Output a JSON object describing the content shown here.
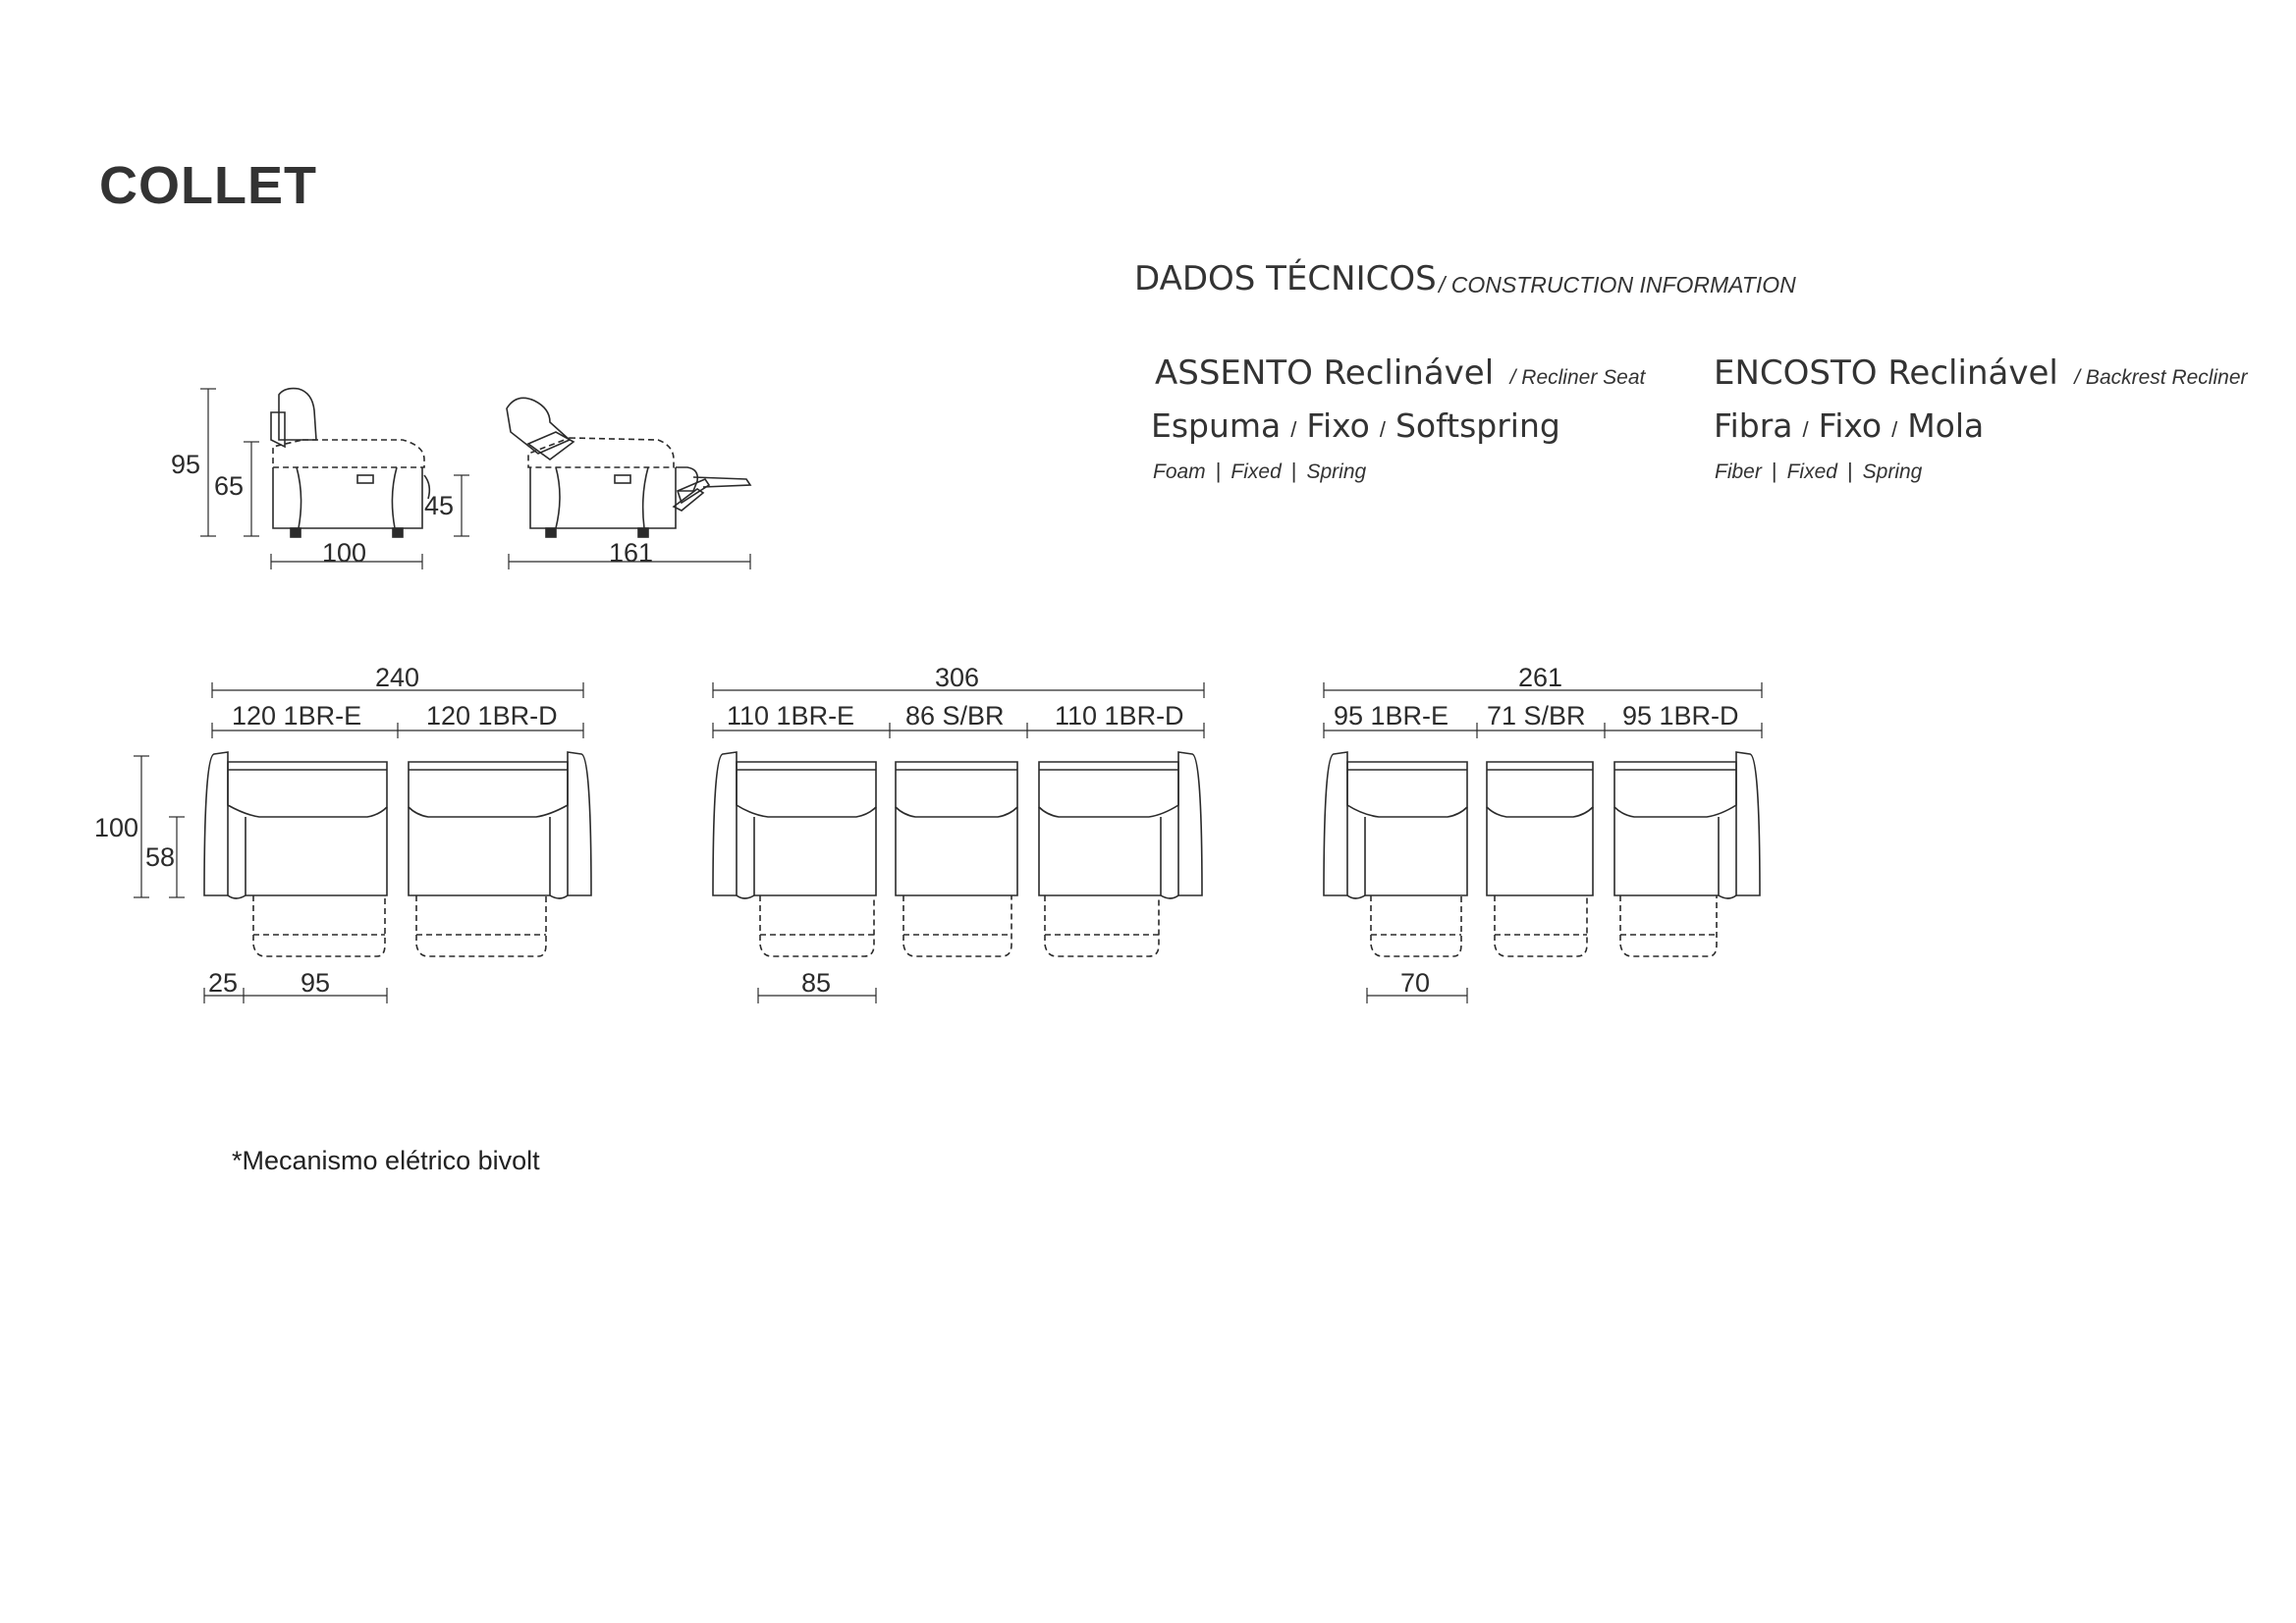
{
  "title": "COLLET",
  "technical": {
    "title": "DADOS TÉCNICOS",
    "subtitle": "/ CONSTRUCTION INFORMATION",
    "seat": {
      "label": "ASSENTO Reclinável",
      "label_en": "/ Recliner Seat",
      "options": [
        "Espuma",
        "Fixo",
        "Softspring"
      ],
      "options_en": [
        "Foam",
        "Fixed",
        "Spring"
      ]
    },
    "backrest": {
      "label": "ENCOSTO Reclinável",
      "label_en": "/ Backrest Recliner",
      "options": [
        "Fibra",
        "Fixo",
        "Mola"
      ],
      "options_en": [
        "Fiber",
        "Fixed",
        "Spring"
      ]
    }
  },
  "side_views": {
    "height_total": "95",
    "height_arm": "65",
    "height_seat": "45",
    "depth_closed": "100",
    "depth_open": "161"
  },
  "modules": {
    "two_seat": {
      "total": "240",
      "modules": [
        "120 1BR-E",
        "120 1BR-D"
      ],
      "depth_total": "100",
      "depth_seat": "58",
      "arm_width": "25",
      "seat_width": "95"
    },
    "three_seat_large": {
      "total": "306",
      "modules": [
        "110 1BR-E",
        "86 S/BR",
        "110 1BR-D"
      ],
      "seat_width": "85"
    },
    "three_seat_small": {
      "total": "261",
      "modules": [
        "95 1BR-E",
        "71 S/BR",
        "95 1BR-D"
      ],
      "seat_width": "70"
    }
  },
  "note": "*Mecanismo elétrico bivolt",
  "colors": {
    "line": "#2b2b2b",
    "text": "#333333"
  }
}
